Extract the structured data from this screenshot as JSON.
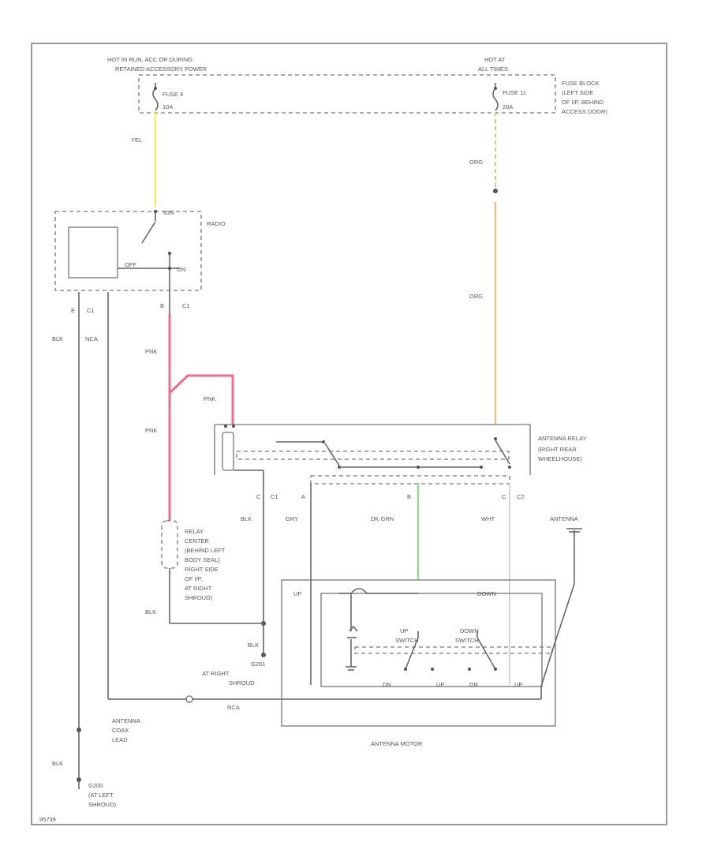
{
  "labels": {
    "hot_run_top": "HOT IN RUN, ACC OR DURING",
    "hot_run_bottom": "RETAINED ACCESSORY POWER",
    "hot_at_top": "HOT AT",
    "hot_at_bottom": "ALL TIMES",
    "fuse4": "FUSE 4",
    "fuse4_amp": "10A",
    "fuse11": "FUSE 11",
    "fuse11_amp": "20A",
    "fuse_block_1": "FUSE BLOCK",
    "fuse_block_2": "(LEFT SIDE",
    "fuse_block_3": "OF I/P, BEHIND",
    "fuse_block_4": "ACCESS DOOR)",
    "yel": "YEL",
    "org1": "ORG",
    "org2": "ORG",
    "radio": "RADIO",
    "radio_ign": "IGN",
    "radio_off": "OFF",
    "radio_on": "ON",
    "c1_e": "E",
    "c1_e_c": "C1",
    "c1_b": "B",
    "c1_b_c": "C1",
    "blk1": "BLK",
    "nca": "NCA",
    "pnk1": "PNK",
    "pnk2": "PNK",
    "pnk3": "PNK",
    "relay1": "ANTENNA RELAY",
    "relay2": "(RIGHT REAR",
    "relay3": "WHEELHOUSE)",
    "c_c": "C",
    "c_c1": "C1",
    "a": "A",
    "b": "B",
    "c_c2": "C",
    "c2": "C2",
    "blk2": "BLK",
    "gry": "GRY",
    "dkgrn": "DK GRN",
    "wht": "WHT",
    "antenna": "ANTENNA",
    "rc1": "RELAY",
    "rc2": "CENTER",
    "rc3": "(BEHIND LEFT",
    "rc4": "BODY SEAL)",
    "rc5": "RIGHT SIDE",
    "rc6": "OF I/P,",
    "rc7": "AT RIGHT",
    "rc8": "SHROUD)",
    "blk3": "BLK",
    "blk4": "BLK",
    "g201_1": "G201",
    "g201_2": "AT RIGHT",
    "g201_3": "SHROUD",
    "up_m": "UP",
    "down_m": "DOWN",
    "up_sw1": "UP",
    "up_sw2": "SWITCH",
    "dn_sw1": "DOWN",
    "dn_sw2": "SWITCH",
    "dn1": "DN",
    "up1": "UP",
    "dn2": "DN",
    "up2": "UP",
    "nca2": "NCA",
    "motor": "ANTENNA MOTOR",
    "coax1": "ANTENNA",
    "coax2": "COAX",
    "coax3": "LEAD",
    "blk5": "BLK",
    "g200_1": "G200",
    "g200_2": "(AT LEFT",
    "g200_3": "SHROUD)",
    "figno": "95739"
  },
  "colors": {
    "yel_wire": "#f2ee60",
    "org_wire": "#f5b97a",
    "pnk_wire": "#f06b8a",
    "grn_wire": "#88dd88",
    "wht_wire": "#e6e6e6",
    "line": "#666666"
  }
}
